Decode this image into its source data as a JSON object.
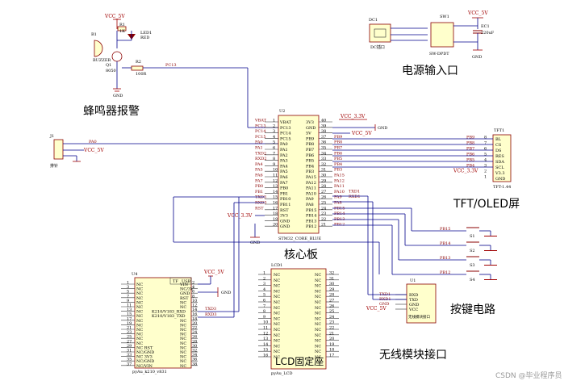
{
  "sections": {
    "buzzer": "蜂鸣器报警",
    "power": "电源输入口",
    "core": "核心板",
    "tft": "TFT/OLED屏",
    "keys": "按键电路",
    "wireless": "无线模块接口",
    "lcd_holder": "LCD固定座"
  },
  "watermark": "CSDN @毕业程序员",
  "power_labels": {
    "vcc33": "VCC_3.3V",
    "vcc5": "VCC_5V",
    "gnd": "GND"
  },
  "buzzer_block": {
    "b1": "B1",
    "buzzer": "BUZZER",
    "q1": "Q1",
    "q1_part": "8050",
    "r1": "R1",
    "r1_val": "1K",
    "led1": "LED1",
    "led1_color": "RED",
    "r2": "R2",
    "r2_val": "100R",
    "net": "PC13"
  },
  "power_block": {
    "dc1": "DC1",
    "dc_label": "DC插口",
    "sw1": "SW1",
    "sw_part": "SW-DPDT",
    "ec1": "EC1",
    "ec1_val": "220uF"
  },
  "j1": {
    "ref": "J1",
    "part": "排针",
    "net": "PA0"
  },
  "u2": {
    "ref": "U2",
    "part": "STM32_CORE_BLUE",
    "left_pins": [
      "VBAT",
      "PC13",
      "PC14",
      "PC15",
      "PA0",
      "PA1",
      "PA2",
      "PA3",
      "PA4",
      "PA5",
      "PA6",
      "PA7",
      "PB0",
      "PB1",
      "PB10",
      "PB11",
      "RST",
      "3V3",
      "GND",
      "GND"
    ],
    "right_pins": [
      "3V3",
      "GND",
      "5V",
      "PB9",
      "PB8",
      "PB7",
      "PB6",
      "PB5",
      "PB4",
      "PB3",
      "PA15",
      "PA12",
      "PA11",
      "PA10",
      "PA9",
      "PA8",
      "PB15",
      "PB14",
      "PB13",
      "PB12"
    ],
    "left_nums": [
      "1",
      "2",
      "3",
      "4",
      "5",
      "6",
      "7",
      "8",
      "9",
      "10",
      "11",
      "12",
      "13",
      "14",
      "15",
      "16",
      "17",
      "18",
      "19",
      "20"
    ],
    "right_nums": [
      "40",
      "39",
      "38",
      "37",
      "36",
      "35",
      "34",
      "33",
      "32",
      "31",
      "30",
      "29",
      "28",
      "27",
      "26",
      "25",
      "24",
      "23",
      "22",
      "21"
    ],
    "left_nets": [
      "VBAT",
      "PC13",
      "PC14",
      "PC15",
      "PA0",
      "PA1",
      "TXD2",
      "RXD2",
      "PA4",
      "PA5",
      "PA6",
      "PA7",
      "PB0",
      "PB1",
      "TXD3",
      "RXD3",
      "RST",
      "",
      "",
      ""
    ],
    "right_nets": [
      "",
      "",
      "",
      "PB9",
      "PB8",
      "PB7",
      "PB6",
      "PB5",
      "PB4",
      "PB3",
      "PA15",
      "PA12",
      "PA11",
      "PA10",
      "PA9",
      "PA8",
      "PB15",
      "PB14",
      "PB13",
      "PB12"
    ],
    "right_extra": [
      "",
      "",
      "",
      "",
      "",
      "",
      "",
      "",
      "",
      "",
      "",
      "",
      "",
      "TXD1",
      "RXD1",
      "",
      "",
      "",
      "",
      ""
    ]
  },
  "tft1": {
    "ref": "TFT1",
    "part": "TFT-1.44",
    "pins": [
      "BL",
      "CS",
      "DS",
      "RES",
      "SDA",
      "SCL",
      "V3.3",
      "GND"
    ],
    "nums": [
      "8",
      "7",
      "6",
      "5",
      "4",
      "3",
      "2",
      "1"
    ],
    "nets": [
      "PB9",
      "PB8",
      "PB7",
      "PB6",
      "PB5",
      "PB4",
      "VCC_3.3V",
      ""
    ]
  },
  "keys": [
    {
      "net": "PB15",
      "ref": "S1"
    },
    {
      "net": "PB14",
      "ref": "S2"
    },
    {
      "net": "PB13",
      "ref": "S3"
    },
    {
      "net": "PB12",
      "ref": "S4"
    }
  ],
  "u1": {
    "ref": "U1",
    "part": "无线模块接口",
    "pins": [
      "RXD",
      "TXD",
      "GND",
      "VCC"
    ],
    "nets": [
      "TXD1",
      "RXD1",
      "GND",
      "VCC_5V"
    ]
  },
  "u4": {
    "ref": "U4",
    "part": "pyAu_k210_v831",
    "header": [
      "TF",
      "USB"
    ],
    "left_nums": [
      "1",
      "3",
      "5",
      "7",
      "9",
      "11",
      "13",
      "15",
      "17",
      "19",
      "21",
      "23",
      "25",
      "27",
      "29",
      "31",
      "33",
      "35",
      "37"
    ],
    "right_nums": [
      "2",
      "4",
      "6",
      "8",
      "10",
      "12",
      "14",
      "16",
      "18",
      "20",
      "22",
      "24",
      "26",
      "28",
      "30",
      "32",
      "34",
      "36",
      "38"
    ],
    "left_pins": [
      "NC",
      "NC",
      "NC",
      "NC",
      "NC",
      "NC",
      "NC",
      "NC",
      "NC",
      "NC",
      "NC",
      "NC",
      "NC",
      "NC",
      "NC RST",
      "NC/GND",
      "NC 3V3",
      "NC/GND",
      "NC/VIN"
    ],
    "right_pins": [
      "VIN",
      "NC/3V",
      "GND",
      "RST",
      "NC",
      "NC",
      "K210/V183_RXD",
      "K210/V183_TXD",
      "NC",
      "NC",
      "NC",
      "NC",
      "NC",
      "NC",
      "NC",
      "NC",
      "NC",
      "NC",
      "NC"
    ],
    "nets": [
      "TXD3",
      "RXD3"
    ]
  },
  "lcd1": {
    "ref": "LCD1",
    "part": "pyAu_LCD",
    "left_nums": [
      "1",
      "2",
      "3",
      "4",
      "5",
      "6",
      "7",
      "8",
      "9",
      "10",
      "11",
      "12",
      "13",
      "14",
      "15",
      "16"
    ],
    "right_nums": [
      "32",
      "31",
      "30",
      "29",
      "28",
      "27",
      "26",
      "25",
      "24",
      "23",
      "22",
      "21",
      "20",
      "19",
      "18",
      "17"
    ],
    "pin_label": "NC"
  }
}
